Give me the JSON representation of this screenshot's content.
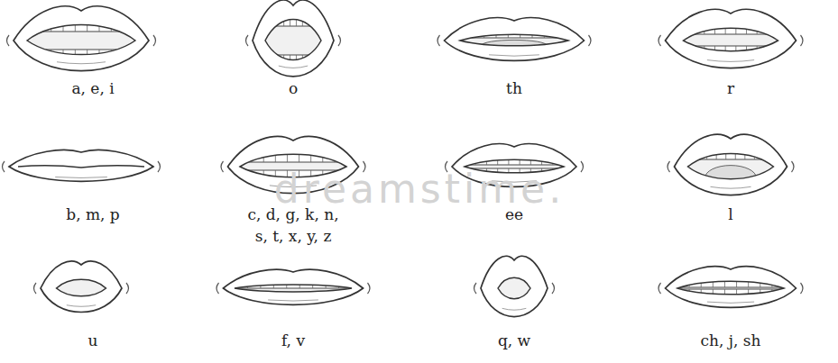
{
  "diagram": {
    "labels": [
      "a, e, i",
      "o",
      "th",
      "r",
      "dreamstime.",
      "b, m, p",
      "c, d, g, k, n, s, t, x, y, z",
      "ee",
      "l",
      "u",
      "f, v",
      "q, w",
      "ch, j, sh"
    ]
  }
}
